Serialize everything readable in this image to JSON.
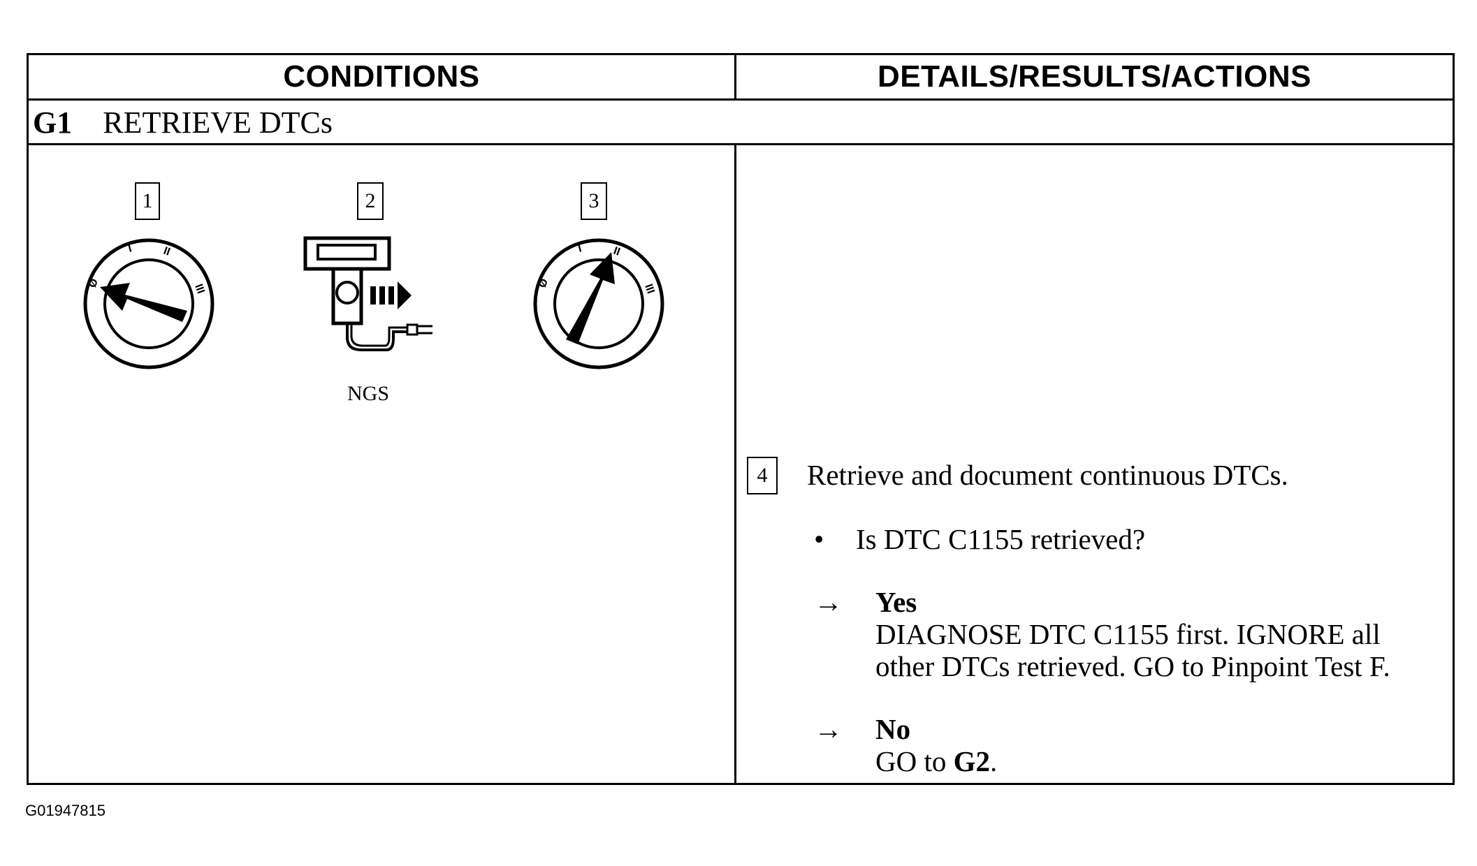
{
  "header": {
    "conditions": "CONDITIONS",
    "details": "DETAILS/RESULTS/ACTIONS"
  },
  "step": {
    "id": "G1",
    "title": "RETRIEVE DTCs"
  },
  "diagram": {
    "items": [
      {
        "number": "1",
        "icon": "ignition-key-off-icon",
        "marks": [
          "Ø",
          "I",
          "II",
          "III"
        ]
      },
      {
        "number": "2",
        "icon": "ngs-tester-icon",
        "caption": "NGS"
      },
      {
        "number": "3",
        "icon": "ignition-key-run-icon",
        "marks": [
          "Ø",
          "I",
          "II",
          "III"
        ]
      }
    ]
  },
  "details": {
    "step_number": "4",
    "instruction": "Retrieve and document continuous DTCs.",
    "question": "Is DTC C1155 retrieved?",
    "yes": {
      "arrow": "→",
      "label": "Yes",
      "line1": "DIAGNOSE DTC C1155 first. IGNORE all",
      "line2": "other DTCs retrieved. GO to Pinpoint Test F."
    },
    "no": {
      "arrow": "→",
      "label": "No",
      "prefix": "GO to ",
      "target": "G2",
      "suffix": "."
    }
  },
  "figure_code": "G01947815"
}
